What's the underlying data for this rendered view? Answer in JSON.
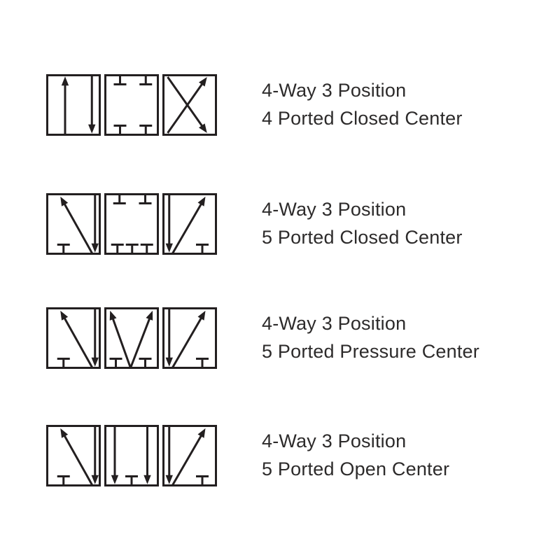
{
  "colors": {
    "diagram_stroke": "#231f20",
    "label_text": "#2d2b2b",
    "background": "#ffffff"
  },
  "rows": [
    {
      "name": "4-way-3-position-4-ported-closed-center",
      "label_line1": "4-Way 3 Position",
      "label_line2": "4 Ported Closed Center",
      "symbol": {
        "type": "directional-valve-schematic",
        "positions": 3,
        "cells": [
          [
            {
              "t": "arr",
              "x1": 0.34,
              "y1": 1.0,
              "x2": 0.34,
              "y2": 0.02
            },
            {
              "t": "arr",
              "x1": 0.85,
              "y1": 0.0,
              "x2": 0.85,
              "y2": 0.98
            }
          ],
          [
            {
              "t": "tee",
              "x": 0.28,
              "side": "top"
            },
            {
              "t": "tee",
              "x": 0.77,
              "side": "top"
            },
            {
              "t": "tee",
              "x": 0.28,
              "side": "bottom"
            },
            {
              "t": "tee",
              "x": 0.77,
              "side": "bottom"
            }
          ],
          [
            {
              "t": "arr",
              "x1": 0.08,
              "y1": 0.97,
              "x2": 0.83,
              "y2": 0.03
            },
            {
              "t": "arr",
              "x1": 0.08,
              "y1": 0.03,
              "x2": 0.83,
              "y2": 0.97
            }
          ]
        ]
      }
    },
    {
      "name": "4-way-3-position-5-ported-closed-center",
      "label_line1": "4-Way 3 Position",
      "label_line2": "5 Ported Closed Center",
      "symbol": {
        "type": "directional-valve-schematic",
        "positions": 3,
        "cells": [
          [
            {
              "t": "tee",
              "x": 0.31,
              "side": "bottom"
            },
            {
              "t": "arr",
              "x1": 0.86,
              "y1": 1.0,
              "x2": 0.25,
              "y2": 0.04
            },
            {
              "t": "arr",
              "x1": 0.91,
              "y1": 0.0,
              "x2": 0.91,
              "y2": 0.98
            }
          ],
          [
            {
              "t": "tee",
              "x": 0.27,
              "side": "top"
            },
            {
              "t": "tee",
              "x": 0.76,
              "side": "top"
            },
            {
              "t": "tee",
              "x": 0.23,
              "side": "bottom"
            },
            {
              "t": "tee",
              "x": 0.51,
              "side": "bottom"
            },
            {
              "t": "tee",
              "x": 0.79,
              "side": "bottom"
            }
          ],
          [
            {
              "t": "arr",
              "x1": 0.11,
              "y1": 0.0,
              "x2": 0.11,
              "y2": 0.98
            },
            {
              "t": "arr",
              "x1": 0.17,
              "y1": 1.0,
              "x2": 0.8,
              "y2": 0.04
            },
            {
              "t": "tee",
              "x": 0.74,
              "side": "bottom"
            }
          ]
        ]
      }
    },
    {
      "name": "4-way-3-position-5-ported-pressure-center",
      "label_line1": "4-Way 3 Position",
      "label_line2": "5 Ported Pressure Center",
      "symbol": {
        "type": "directional-valve-schematic",
        "positions": 3,
        "cells": [
          [
            {
              "t": "tee",
              "x": 0.31,
              "side": "bottom"
            },
            {
              "t": "arr",
              "x1": 0.86,
              "y1": 1.0,
              "x2": 0.25,
              "y2": 0.04
            },
            {
              "t": "arr",
              "x1": 0.91,
              "y1": 0.0,
              "x2": 0.91,
              "y2": 0.98
            }
          ],
          [
            {
              "t": "arr",
              "x1": 0.48,
              "y1": 1.0,
              "x2": 0.09,
              "y2": 0.04
            },
            {
              "t": "arr",
              "x1": 0.48,
              "y1": 1.0,
              "x2": 0.9,
              "y2": 0.04
            },
            {
              "t": "tee",
              "x": 0.2,
              "side": "bottom"
            },
            {
              "t": "tee",
              "x": 0.76,
              "side": "bottom"
            }
          ],
          [
            {
              "t": "arr",
              "x1": 0.11,
              "y1": 0.0,
              "x2": 0.11,
              "y2": 0.98
            },
            {
              "t": "arr",
              "x1": 0.17,
              "y1": 1.0,
              "x2": 0.8,
              "y2": 0.04
            },
            {
              "t": "tee",
              "x": 0.74,
              "side": "bottom"
            }
          ]
        ]
      }
    },
    {
      "name": "4-way-3-position-5-ported-open-center",
      "label_line1": "4-Way 3 Position",
      "label_line2": "5 Ported Open Center",
      "symbol": {
        "type": "directional-valve-schematic",
        "positions": 3,
        "cells": [
          [
            {
              "t": "tee",
              "x": 0.31,
              "side": "bottom"
            },
            {
              "t": "arr",
              "x1": 0.86,
              "y1": 1.0,
              "x2": 0.25,
              "y2": 0.04
            },
            {
              "t": "arr",
              "x1": 0.91,
              "y1": 0.0,
              "x2": 0.91,
              "y2": 0.98
            }
          ],
          [
            {
              "t": "arr",
              "x1": 0.18,
              "y1": 0.0,
              "x2": 0.18,
              "y2": 0.98
            },
            {
              "t": "arr",
              "x1": 0.8,
              "y1": 0.0,
              "x2": 0.8,
              "y2": 0.98
            },
            {
              "t": "tee",
              "x": 0.5,
              "side": "bottom"
            }
          ],
          [
            {
              "t": "arr",
              "x1": 0.11,
              "y1": 0.0,
              "x2": 0.11,
              "y2": 0.98
            },
            {
              "t": "arr",
              "x1": 0.17,
              "y1": 1.0,
              "x2": 0.8,
              "y2": 0.04
            },
            {
              "t": "tee",
              "x": 0.74,
              "side": "bottom"
            }
          ]
        ]
      }
    }
  ],
  "layout_rows_top": [
    106,
    276,
    439,
    607
  ]
}
